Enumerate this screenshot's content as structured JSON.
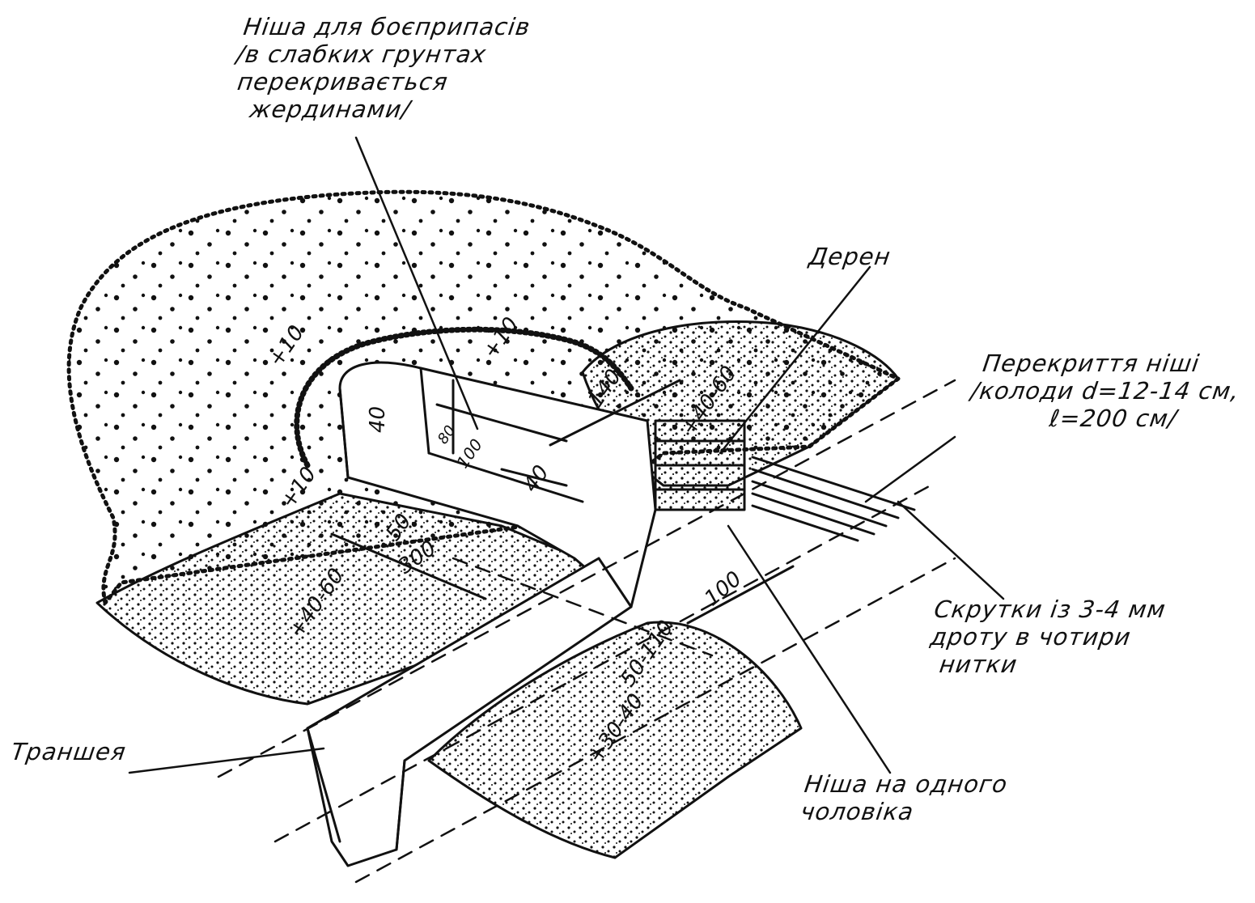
{
  "labels": {
    "niche_ammo": [
      "Ніша для боєприпасів",
      "/в слабких грунтах",
      "перекривається",
      "жердинами/"
    ],
    "turf": "Дерен",
    "niche_cover": [
      "Перекриття ніші",
      "/колоди  d=12-14 см,",
      "ℓ=200 см/"
    ],
    "wire_bundles": [
      "Скрутки із 3-4 мм",
      "дроту в чотири",
      "нитки"
    ],
    "trench": "Траншея",
    "niche_person": [
      "Ніша на одного",
      "чоловіка"
    ]
  },
  "dimensions": {
    "d_plus10_left": "+10",
    "d_plus10_top": "+10",
    "d_plus10_lower": "+10",
    "d_40_height": "40",
    "d_80": "80",
    "d_100_niche": "100",
    "d_40_niche": "40",
    "d_140": "140",
    "d_40_60_top": "+40-60",
    "d_50": "50",
    "d_300": "300",
    "d_40_60_left": "+40-60",
    "d_100_right": "100",
    "d_50_110": "50-110",
    "d_30_40": "+30-40"
  },
  "colors": {
    "ink": "#111111",
    "paper": "#ffffff"
  }
}
